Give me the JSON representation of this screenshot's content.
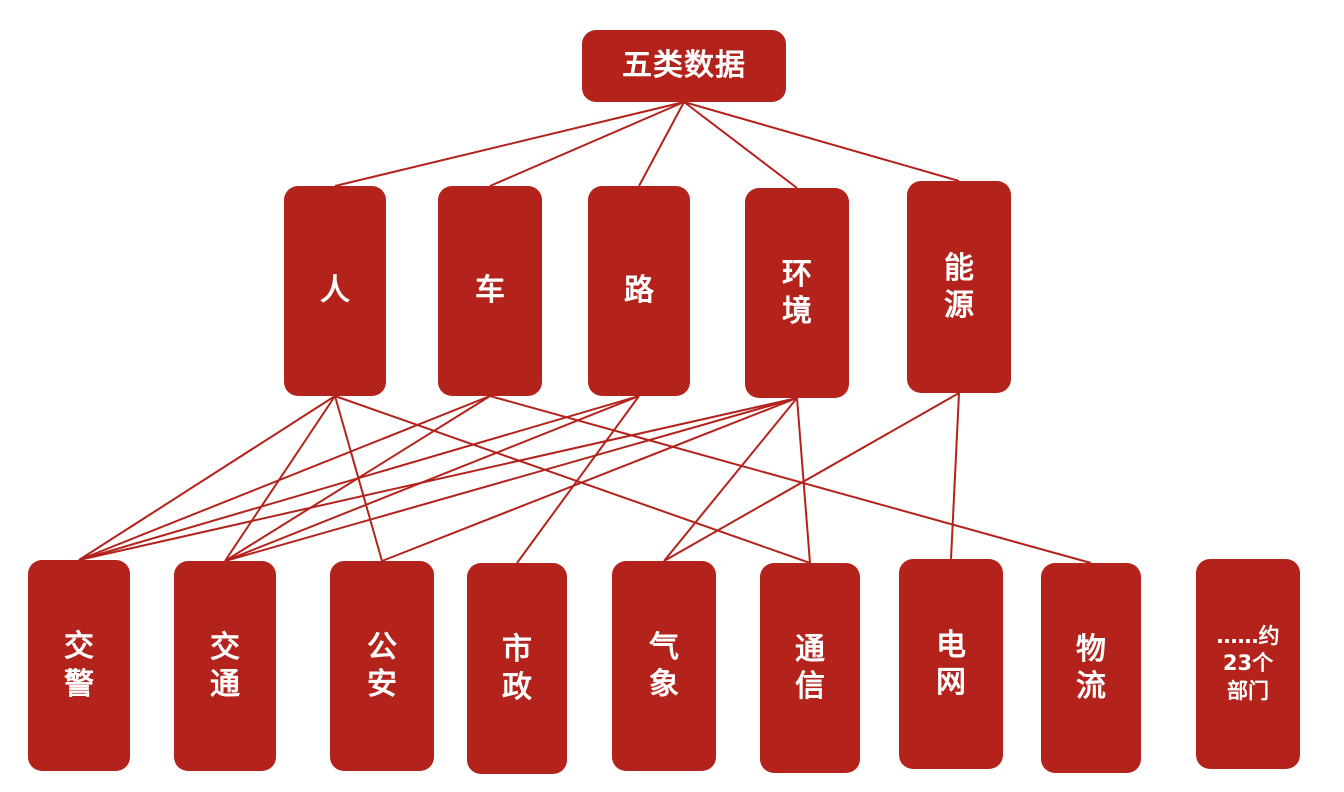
{
  "root": {
    "label": "五类数据"
  },
  "categories": [
    {
      "id": "ren",
      "label": "人"
    },
    {
      "id": "che",
      "label": "车"
    },
    {
      "id": "lu",
      "label": "路"
    },
    {
      "id": "huanjing",
      "label": "环境"
    },
    {
      "id": "nengyuan",
      "label": "能源"
    }
  ],
  "departments": [
    {
      "id": "jiaojing",
      "label": "交警"
    },
    {
      "id": "jiaotong",
      "label": "交通"
    },
    {
      "id": "gongan",
      "label": "公安"
    },
    {
      "id": "shizheng",
      "label": "市政"
    },
    {
      "id": "qixiang",
      "label": "气象"
    },
    {
      "id": "tongxin",
      "label": "通信"
    },
    {
      "id": "dianwang",
      "label": "电网"
    },
    {
      "id": "wuliu",
      "label": "物流"
    },
    {
      "id": "more",
      "label": "……约23个部门"
    }
  ],
  "links": [
    [
      "ren",
      "jiaojing"
    ],
    [
      "ren",
      "jiaotong"
    ],
    [
      "ren",
      "gongan"
    ],
    [
      "ren",
      "tongxin"
    ],
    [
      "che",
      "jiaojing"
    ],
    [
      "che",
      "jiaotong"
    ],
    [
      "che",
      "wuliu"
    ],
    [
      "lu",
      "jiaojing"
    ],
    [
      "lu",
      "jiaotong"
    ],
    [
      "lu",
      "shizheng"
    ],
    [
      "huanjing",
      "jiaojing"
    ],
    [
      "huanjing",
      "jiaotong"
    ],
    [
      "huanjing",
      "gongan"
    ],
    [
      "huanjing",
      "qixiang"
    ],
    [
      "huanjing",
      "tongxin"
    ],
    [
      "nengyuan",
      "qixiang"
    ],
    [
      "nengyuan",
      "dianwang"
    ]
  ]
}
